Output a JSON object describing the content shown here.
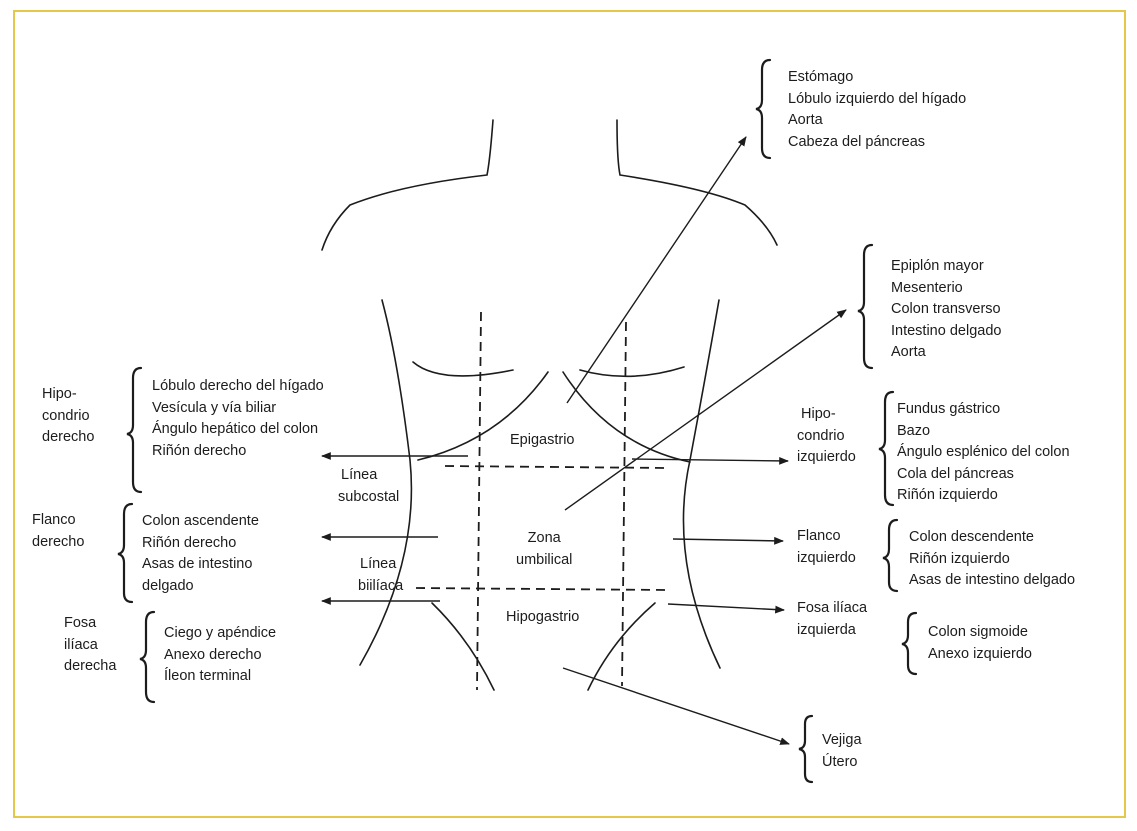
{
  "regions": {
    "epigastrio": "Epigastrio",
    "zona_umbilical": [
      "Zona",
      "umbilical"
    ],
    "hipogastrio": "Hipogastrio",
    "hipocondrio_derecho": [
      "Hipo-",
      "condrio",
      "derecho"
    ],
    "flanco_derecho": [
      "Flanco",
      "derecho"
    ],
    "fosa_iliaca_derecha": [
      "Fosa",
      "ilíaca",
      "derecha"
    ],
    "hipocondrio_izquierdo": [
      "Hipo-",
      "condrio",
      "izquierdo"
    ],
    "flanco_izquierdo": [
      "Flanco",
      "izquierdo"
    ],
    "fosa_iliaca_izquierda": [
      "Fosa ilíaca",
      "izquierda"
    ]
  },
  "reference_lines": {
    "linea_subcostal": [
      "Línea",
      "subcostal"
    ],
    "linea_biiliaca": [
      "Línea",
      "biilíaca"
    ]
  },
  "organs": {
    "epigastrio": [
      "Estómago",
      "Lóbulo izquierdo del hígado",
      "Aorta",
      "Cabeza del páncreas"
    ],
    "umbilical": [
      "Epiplón mayor",
      "Mesenterio",
      "Colon transverso",
      "Intestino delgado",
      "Aorta"
    ],
    "hipocondrio_derecho": [
      "Lóbulo derecho del hígado",
      "Vesícula y vía biliar",
      "Ángulo hepático del colon",
      "Riñón derecho"
    ],
    "flanco_derecho": [
      "Colon ascendente",
      "Riñón derecho",
      "Asas de intestino",
      "delgado"
    ],
    "fosa_iliaca_derecha": [
      "Ciego y apéndice",
      "Anexo derecho",
      "Íleon terminal"
    ],
    "hipocondrio_izquierdo": [
      "Fundus gástrico",
      "Bazo",
      "Ángulo esplénico del colon",
      "Cola del páncreas",
      "Riñón izquierdo"
    ],
    "flanco_izquierdo": [
      "Colon descendente",
      "Riñón izquierdo",
      "Asas de intestino delgado"
    ],
    "fosa_iliaca_izquierda": [
      "Colon sigmoide",
      "Anexo izquierdo"
    ],
    "hipogastrio": [
      "Vejiga",
      "Útero"
    ]
  },
  "colors": {
    "frame": "#e4c84a",
    "ink": "#1c1c1c"
  }
}
